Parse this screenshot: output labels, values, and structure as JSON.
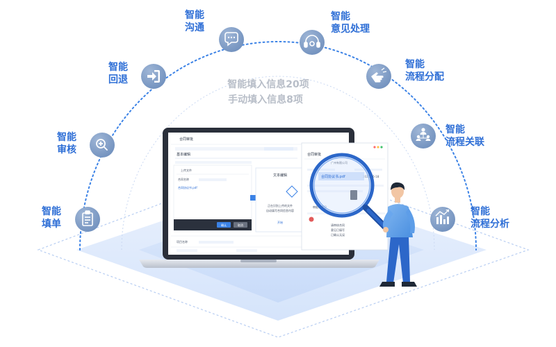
{
  "features": [
    {
      "id": "fill",
      "line1": "智能",
      "line2": "填单",
      "icon": "clipboard-icon"
    },
    {
      "id": "review",
      "line1": "智能",
      "line2": "审核",
      "icon": "magnifier-plus-icon"
    },
    {
      "id": "rollback",
      "line1": "智能",
      "line2": "回退",
      "icon": "sign-in-icon"
    },
    {
      "id": "communicate",
      "line1": "智能",
      "line2": "沟通",
      "icon": "chat-bubble-icon"
    },
    {
      "id": "feedback",
      "line1": "智能",
      "line2": "意见处理",
      "icon": "headset-icon"
    },
    {
      "id": "assign",
      "line1": "智能",
      "line2": "流程分配",
      "icon": "hand-point-icon"
    },
    {
      "id": "relate",
      "line1": "智能",
      "line2": "流程关联",
      "icon": "people-network-icon"
    },
    {
      "id": "analyze",
      "line1": "智能",
      "line2": "流程分析",
      "icon": "chart-analysis-icon"
    }
  ],
  "center": {
    "line1": "智能填入信息20项",
    "line2": "手动填入信息8项"
  },
  "laptop_screen": {
    "title": "合同审批",
    "section": "基本编辑",
    "upload_label": "上传文件",
    "file_name": "合同协议书.pdf",
    "confirm_label": "确认",
    "cancel_label": "取消",
    "popup_title": "文本编辑",
    "popup_line1": "正在识别上传的文件",
    "popup_line2": "自动填写合同信息内容",
    "popup_link": "开始",
    "row_label": "合同名称",
    "row_label2": "项目名称"
  },
  "side_panel": {
    "title": "合同审批",
    "company": "广州有限公司",
    "date": "2020-06-18",
    "attachment": "合同协议书.pdf",
    "approver": "审批人意见",
    "comment_lines": [
      "请审核合同",
      "意见已填写",
      "已确认无误"
    ]
  }
}
